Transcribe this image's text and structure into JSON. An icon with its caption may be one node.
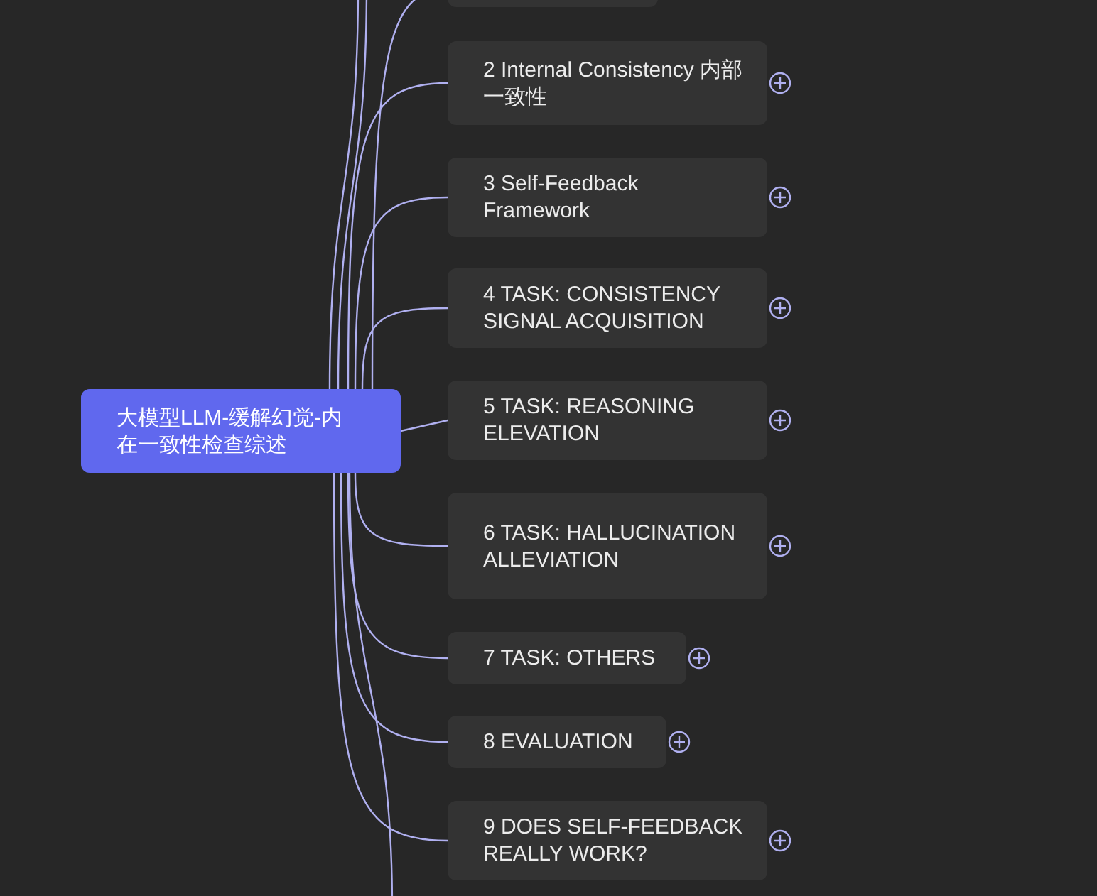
{
  "diagram": {
    "nodes": [
      {
        "text": [
          "大模型LLM-缓解幻觉-内在一致性检查综述"
        ]
      },
      {
        "text": [],
        "shape": "box"
      },
      {
        "text": [
          "2 Internal Consistency 内部一致性"
        ]
      },
      {
        "text": [
          "3 Self-Feedback Framework"
        ]
      },
      {
        "text": [
          "4 TASK: CONSISTENCY SIGNAL ACQUISITION"
        ]
      },
      {
        "text": [
          "5 TASK: REASONING ELEVATION"
        ]
      },
      {
        "text": [
          "6 TASK: HALLUCINATION ALLEVIATION"
        ]
      },
      {
        "text": [
          "7 TASK: OTHERS"
        ]
      },
      {
        "text": [
          "8 EVALUATION"
        ]
      },
      {
        "text": [
          "9 DOES SELF-FEEDBACK REALLY WORK?"
        ]
      }
    ],
    "edges": [
      {
        "from": 0,
        "to": null,
        "arrow": "none"
      },
      {
        "from": 0,
        "to": null,
        "arrow": "none"
      },
      {
        "from": 0,
        "to": 1,
        "arrow": "none"
      },
      {
        "from": 0,
        "to": 2,
        "arrow": "none"
      },
      {
        "from": 0,
        "to": 3,
        "arrow": "none"
      },
      {
        "from": 0,
        "to": 4,
        "arrow": "none"
      },
      {
        "from": 0,
        "to": 5,
        "arrow": "none"
      },
      {
        "from": 0,
        "to": 6,
        "arrow": "none"
      },
      {
        "from": 0,
        "to": 7,
        "arrow": "none"
      },
      {
        "from": 0,
        "to": 8,
        "arrow": "none"
      },
      {
        "from": 0,
        "to": 9,
        "arrow": "none"
      },
      {
        "from": 0,
        "to": null,
        "arrow": "none"
      }
    ]
  }
}
